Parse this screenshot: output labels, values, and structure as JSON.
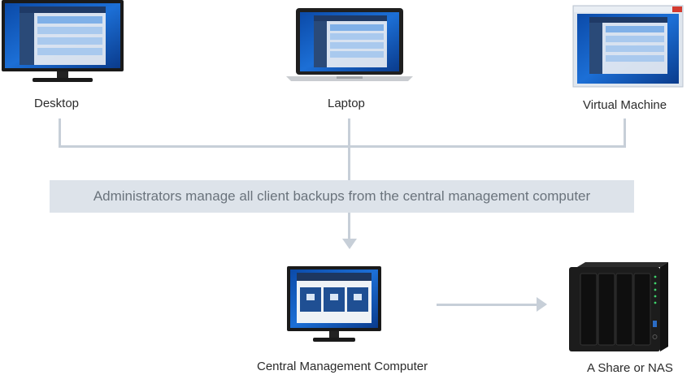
{
  "devices": {
    "desktop": {
      "label": "Desktop"
    },
    "laptop": {
      "label": "Laptop"
    },
    "virtual_machine": {
      "label": "Virtual Machine"
    },
    "central": {
      "label": "Central Management Computer"
    },
    "nas": {
      "label": "A Share or NAS"
    }
  },
  "banner": {
    "text": "Administrators manage all client backups from the central management computer"
  },
  "colors": {
    "connector": "#c7cfd8",
    "banner_bg": "#dde3ea",
    "banner_text": "#6a737c",
    "screen_blue": "#1e5fb8",
    "device_body": "#1b1b1b"
  }
}
